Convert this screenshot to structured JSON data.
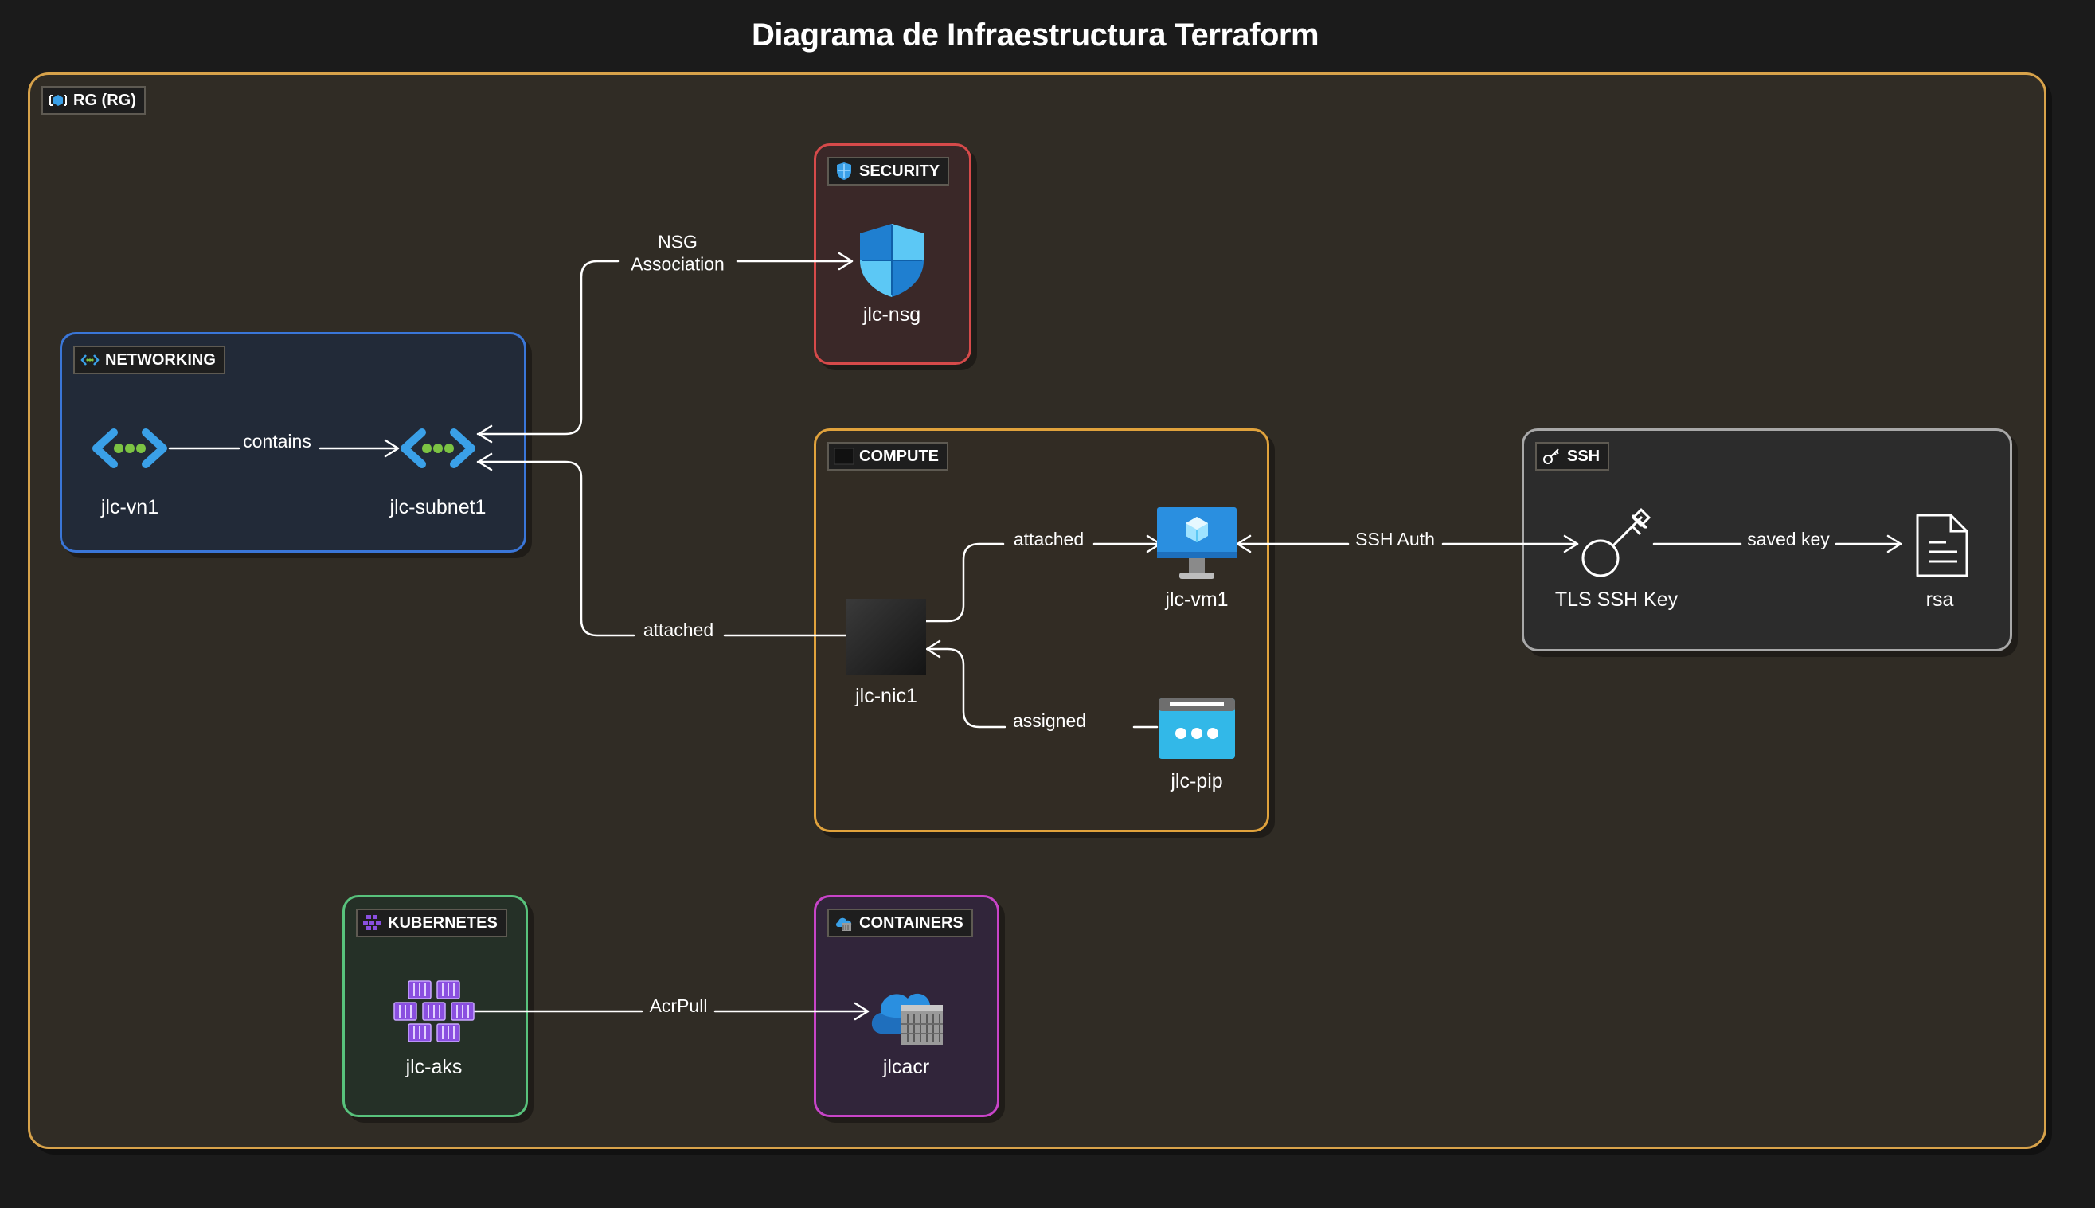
{
  "title": "Diagrama de Infraestructura Terraform",
  "clusters": {
    "rg": {
      "label": "RG (RG)",
      "color": "#d7a24a"
    },
    "networking": {
      "label": "NETWORKING",
      "color": "#3a76d8"
    },
    "security": {
      "label": "SECURITY",
      "color": "#d64a4a"
    },
    "compute": {
      "label": "COMPUTE",
      "color": "#e0a23c"
    },
    "ssh": {
      "label": "SSH",
      "color": "#a8a8a8"
    },
    "kubernetes": {
      "label": "KUBERNETES",
      "color": "#58c27c"
    },
    "containers": {
      "label": "CONTAINERS",
      "color": "#c844c8"
    }
  },
  "nodes": {
    "vn1": {
      "label": "jlc-vn1",
      "icon": "virtual-network-icon"
    },
    "subnet1": {
      "label": "jlc-subnet1",
      "icon": "subnet-icon"
    },
    "nsg": {
      "label": "jlc-nsg",
      "icon": "shield-icon"
    },
    "nic1": {
      "label": "jlc-nic1",
      "icon": "network-interface-icon"
    },
    "vm1": {
      "label": "jlc-vm1",
      "icon": "virtual-machine-icon"
    },
    "pip": {
      "label": "jlc-pip",
      "icon": "public-ip-icon"
    },
    "tlskey": {
      "label": "TLS SSH Key",
      "icon": "key-icon"
    },
    "rsa": {
      "label": "rsa",
      "icon": "file-icon"
    },
    "aks": {
      "label": "jlc-aks",
      "icon": "kubernetes-icon"
    },
    "acr": {
      "label": "jlcacr",
      "icon": "container-registry-icon"
    }
  },
  "edges": {
    "contains": "contains",
    "nsg_association": "NSG\nAssociation",
    "nic_subnet": "attached",
    "nic_vm": "attached",
    "pip_nic": "assigned",
    "ssh_auth": "SSH Auth",
    "saved_key": "saved key",
    "acr_pull": "AcrPull"
  },
  "colors": {
    "background": "#1b1b1b",
    "edge": "#ffffff",
    "azure_blue": "#3aa0e8",
    "aks_purple": "#8a4fe0"
  }
}
